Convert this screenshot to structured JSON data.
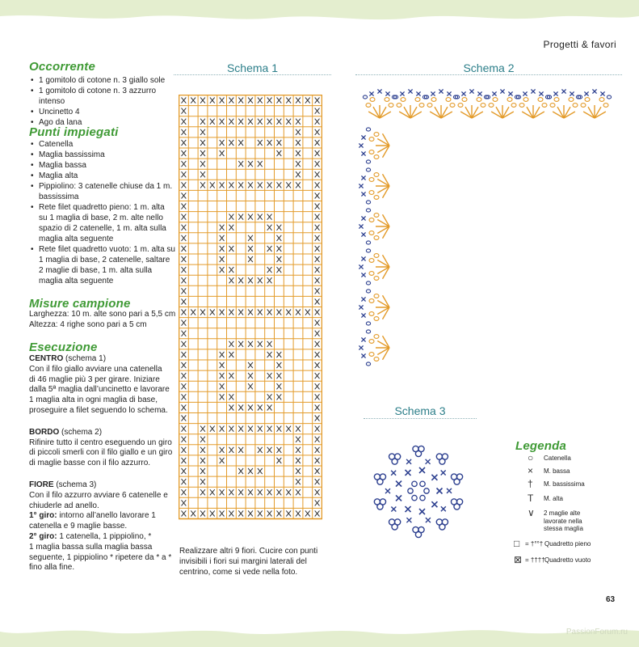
{
  "header": {
    "section": "Progetti & favori",
    "page_number": "63",
    "watermark": "PassionForum.ru"
  },
  "colors": {
    "grid": "#e39b2a",
    "blue": "#2c3f8f",
    "green_heading": "#3f9a35",
    "teal_title": "#2d7f8a",
    "page_bg": "#ffffff",
    "frame_bg": "#e4eecf"
  },
  "occorrente": {
    "heading": "Occorrente",
    "items": [
      "1 gomitolo di cotone n. 3 giallo sole",
      "1 gomitolo di cotone n. 3 azzurro intenso",
      "Uncinetto 4",
      "Ago da lana"
    ]
  },
  "punti": {
    "heading": "Punti impiegati",
    "items": [
      "Catenella",
      "Maglia bassissima",
      "Maglia bassa",
      "Maglia alta",
      "Pippiolino: 3 catenelle chiuse da 1 m.\nbassissima",
      "Rete filet quadretto pieno: 1 m. alta\nsu 1 maglia di base, 2 m. alte nello\nspazio di 2 catenelle, 1 m. alta sulla\nmaglia alta seguente",
      "Rete filet quadretto vuoto: 1 m. alta su\n1 maglia di base, 2 catenelle, saltare\n2 maglie di base, 1 m. alta sulla\nmaglia alta seguente"
    ]
  },
  "misure": {
    "heading": "Misure campione",
    "line1": "Larghezza: 10 m. alte sono pari a 5,5 cm",
    "line2": "Altezza: 4 righe sono pari a 5 cm"
  },
  "esecuzione": {
    "heading": "Esecuzione",
    "centro_label": "CENTRO",
    "centro_ref": " (schema 1)",
    "centro_text": "Con il filo giallo avviare una catenella\ndi 46 maglie più 3 per girare. Iniziare\ndalla 5ª maglia dall’uncinetto e lavorare\n1 maglia alta in ogni maglia di base,\nproseguire a filet seguendo lo schema.",
    "bordo_label": "BORDO",
    "bordo_ref": " (schema 2)",
    "bordo_text": "Rifinire tutto il centro eseguendo un giro\ndi piccoli smerli con il filo giallo e un giro\ndi maglie basse con il filo azzurro.",
    "fiore_label": "FIORE",
    "fiore_ref": " (schema 3)",
    "fiore_text": "Con il filo azzurro avviare 6 catenelle e\nchiuderle ad anello.",
    "giro1_label": "1° giro:",
    "giro1_text": " intorno all’anello lavorare 1\ncatenella e 9 maglie basse.",
    "giro2_label": "2° giro:",
    "giro2_text": " 1 catenella, 1 pippiolino, *\n1 maglia bassa sulla maglia bassa\nseguente, 1 pippiolino * ripetere da * a *\nfino alla fine."
  },
  "closing_note": "Realizzare altri 9 fiori. Cucire con punti\ninvisibili i fiori sui margini laterali del\ncentrino, come si vede nella foto.",
  "schema1": {
    "title": "Schema 1",
    "cols": 15,
    "rows": 40,
    "pattern": [
      "XXXXXXXXXXXXXXX",
      "X.............X",
      "X.XXXXXXXXXXX.X",
      "X.X.........X.X",
      "X.X.XXX.XXX.X.X",
      "X.X.X.....X.X.X",
      "X.X...XXX...X.X",
      "X.X.........X.X",
      "X.XXXXXXXXXXX.X",
      "X.............X",
      "X.............X",
      "X....XXXXX....X",
      "X...XX...XX...X",
      "X...X..X..X...X",
      "X...XX.X.XX...X",
      "X...X..X..X...X",
      "X...XX...XX...X",
      "X....XXXXX....X",
      "X.............X",
      "X.............X",
      "XXXXXXXXXXXXXXX",
      "X.............X",
      "X.............X",
      "X....XXXXX....X",
      "X...XX...XX...X",
      "X...X..X..X...X",
      "X...XX.X.XX...X",
      "X...X..X..X...X",
      "X...XX...XX...X",
      "X....XXXXX....X",
      "X.............X",
      "X.XXXXXXXXXXX.X",
      "X.X.........X.X",
      "X.X.XXX.XXX.X.X",
      "X.X.X.....X.X.X",
      "X.X...XXX...X.X",
      "X.X.........X.X",
      "X.XXXXXXXXXXX.X",
      "X.............X",
      "XXXXXXXXXXXXXXX"
    ]
  },
  "schema2": {
    "title": "Schema 2",
    "top_scallops": 8,
    "side_scallops": 6
  },
  "schema3": {
    "title": "Schema 3",
    "outer_picots": 10,
    "inner_stitches": 9
  },
  "legenda": {
    "heading": "Legenda",
    "items": [
      {
        "symbol": "○",
        "label": "Catenella"
      },
      {
        "symbol": "×",
        "label": "M. bassa"
      },
      {
        "symbol": "†",
        "label": "M. bassissima"
      },
      {
        "symbol": "T",
        "label": "M. alta"
      },
      {
        "symbol": "∨",
        "label": "2 maglie alte\nlavorate nella\nstessa maglia"
      },
      {
        "symbol": "□",
        "label": "Quadretto pieno"
      },
      {
        "symbol": "⊠",
        "label": "Quadretto vuoto"
      }
    ],
    "eq_pieno": "= †°°†",
    "eq_vuoto": "= ††††"
  }
}
